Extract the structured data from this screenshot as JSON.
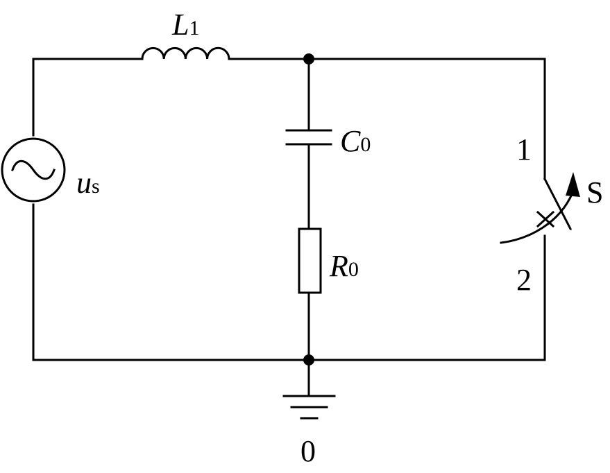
{
  "colors": {
    "line": "#000000",
    "background": "#ffffff"
  },
  "source": {
    "symbol": "u",
    "subscript": "s",
    "icon": "ac-source-icon"
  },
  "inductor": {
    "symbol": "L",
    "subscript": "1",
    "icon": "inductor-icon"
  },
  "capacitor": {
    "symbol": "C",
    "subscript": "0",
    "icon": "capacitor-icon"
  },
  "resistor": {
    "symbol": "R",
    "subscript": "0",
    "icon": "resistor-icon"
  },
  "switch": {
    "symbol": "S",
    "position_1": "1",
    "position_2": "2",
    "icon": "switch-icon"
  },
  "ground": {
    "node_label": "0",
    "icon": "ground-icon"
  }
}
